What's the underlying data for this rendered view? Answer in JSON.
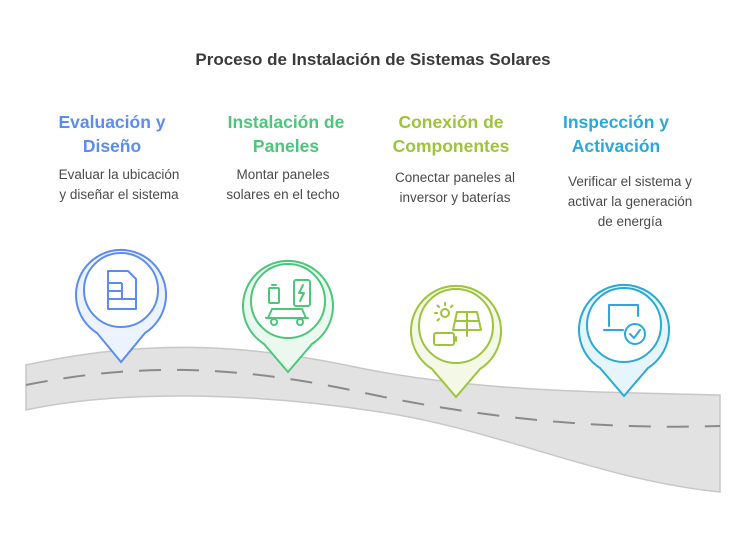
{
  "title": "Proceso de Instalación de Sistemas Solares",
  "steps": [
    {
      "title_line1": "Evaluación y",
      "title_line2": "Diseño",
      "desc_line1": "Evaluar la ubicación",
      "desc_line2": "y diseñar el sistema",
      "desc_line3": "",
      "color": "#5b8def",
      "icon": "document-icon"
    },
    {
      "title_line1": "Instalación de",
      "title_line2": "Paneles",
      "desc_line1": "Montar paneles",
      "desc_line2": "solares en el techo",
      "desc_line3": "",
      "color": "#4cc77a",
      "icon": "ev-charging-icon"
    },
    {
      "title_line1": "Conexión de",
      "title_line2": "Componentes",
      "desc_line1": "Conectar paneles al",
      "desc_line2": "inversor y baterías",
      "desc_line3": "",
      "color": "#9dc43a",
      "icon": "solar-panel-battery-icon"
    },
    {
      "title_line1": "Inspección y",
      "title_line2": "Activación",
      "desc_line1": "Verificar el sistema y",
      "desc_line2": "activar la generación",
      "desc_line3": "de energía",
      "color": "#29a9d9",
      "icon": "laptop-check-icon"
    }
  ]
}
